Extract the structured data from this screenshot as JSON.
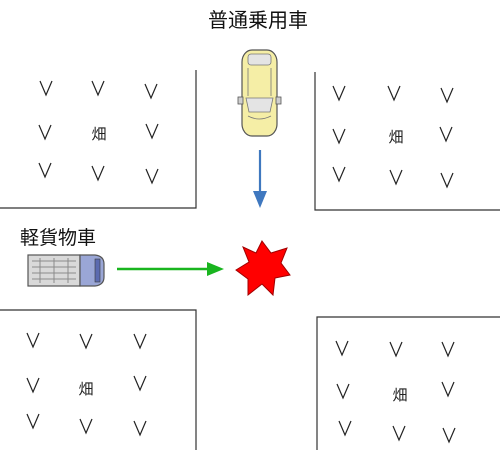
{
  "labels": {
    "passenger_car": "普通乗用車",
    "light_truck": "軽貨物車"
  },
  "field_text": "畑",
  "colors": {
    "car_body": "#f5eea6",
    "car_glass": "#e4e4e4",
    "truck_cab": "#9aa6d6",
    "truck_bed": "#d9d9d9",
    "arrow_car": "#3f78bf",
    "arrow_truck": "#19b51f",
    "collision": "#ff0000"
  },
  "icons": {
    "car": "car-topview-icon",
    "truck": "truck-topview-icon",
    "collision": "collision-starburst-icon"
  }
}
